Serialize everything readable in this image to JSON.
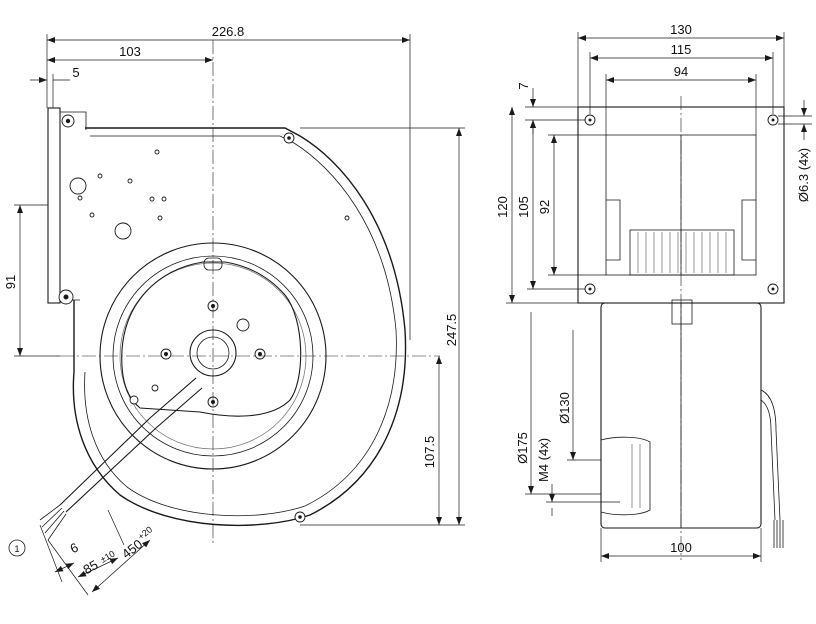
{
  "dimensions": {
    "overall_width": "226.8",
    "center_offset": "103",
    "flange_thickness": "5",
    "outlet_to_center": "91",
    "overall_height": "247.5",
    "center_to_bottom": "107.5",
    "cable_end": "6",
    "cable_strip": "85",
    "cable_strip_tol": "±10",
    "cable_length": "450",
    "cable_length_tol": "+20",
    "width_outer": "130",
    "width_holes": "115",
    "width_opening": "94",
    "flange_edge": "7",
    "height_outer": "120",
    "height_holes": "105",
    "height_opening": "92",
    "hole_dia": "Ø6.3 (4x)",
    "dia_175": "Ø175",
    "dia_130": "Ø130",
    "thread": "M4 (4x)",
    "depth": "100"
  },
  "callouts": {
    "cable_marker": "1"
  }
}
